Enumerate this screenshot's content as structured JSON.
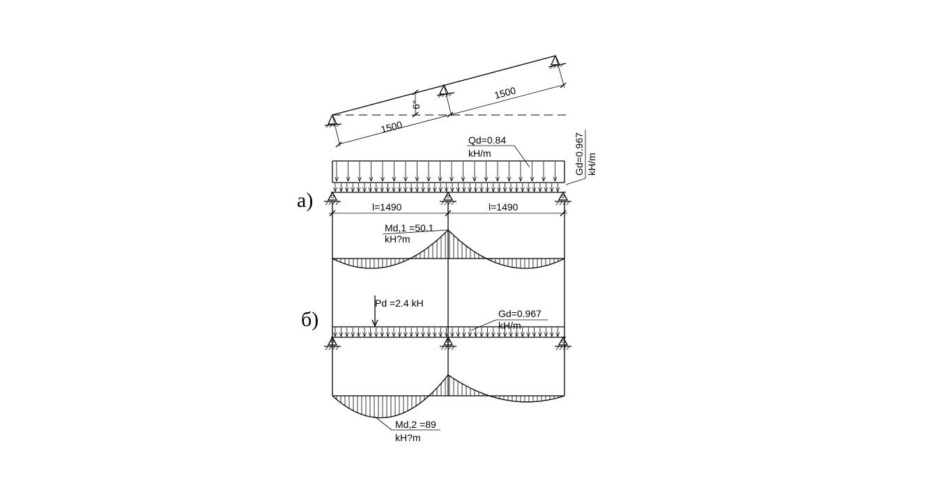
{
  "figure": {
    "top": {
      "angle_label": "6°",
      "span_left": "1500",
      "span_right": "1500"
    },
    "part_a": {
      "label": "а)",
      "live_load": {
        "line1": "Qd=0.84",
        "line2": "kH/m"
      },
      "dead_load": {
        "line1": "Gd=0.967",
        "line2": "kH/m"
      },
      "span_left": "l=1490",
      "span_right": "l=1490",
      "moment": {
        "line1": "Md,1 =50.1",
        "line2": "kH?m"
      }
    },
    "part_b": {
      "label": "б)",
      "point_load": "Pd =2.4  kH",
      "dead_load": {
        "line1": "Gd=0.967",
        "line2": "kH/m"
      },
      "moment": {
        "line1": "Md,2 =89",
        "line2": "kH?m"
      }
    }
  }
}
